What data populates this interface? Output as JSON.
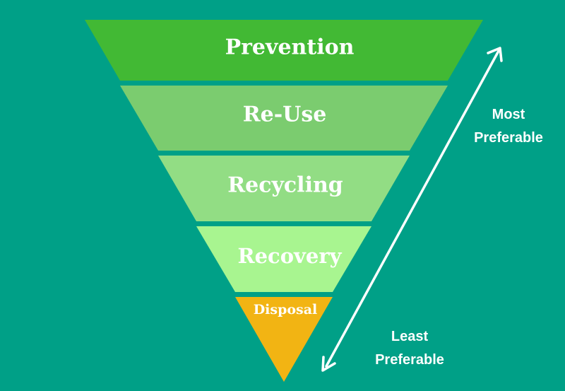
{
  "levels": [
    {
      "label": "Prevention",
      "color": "#42B934"
    },
    {
      "label": "Re-Use",
      "color": "#7BCC6F"
    },
    {
      "label": "Recycling",
      "color": "#92DD84"
    },
    {
      "label": "Recovery",
      "color": "#A8F590"
    },
    {
      "label": "Disposal",
      "color": "#F2B413"
    }
  ],
  "arrow": {
    "top_label_line1": "Most",
    "top_label_line2": "Preferable",
    "bottom_label_line1": "Least",
    "bottom_label_line2": "Preferable",
    "color": "#ffffff"
  },
  "background_color": "#00A087"
}
